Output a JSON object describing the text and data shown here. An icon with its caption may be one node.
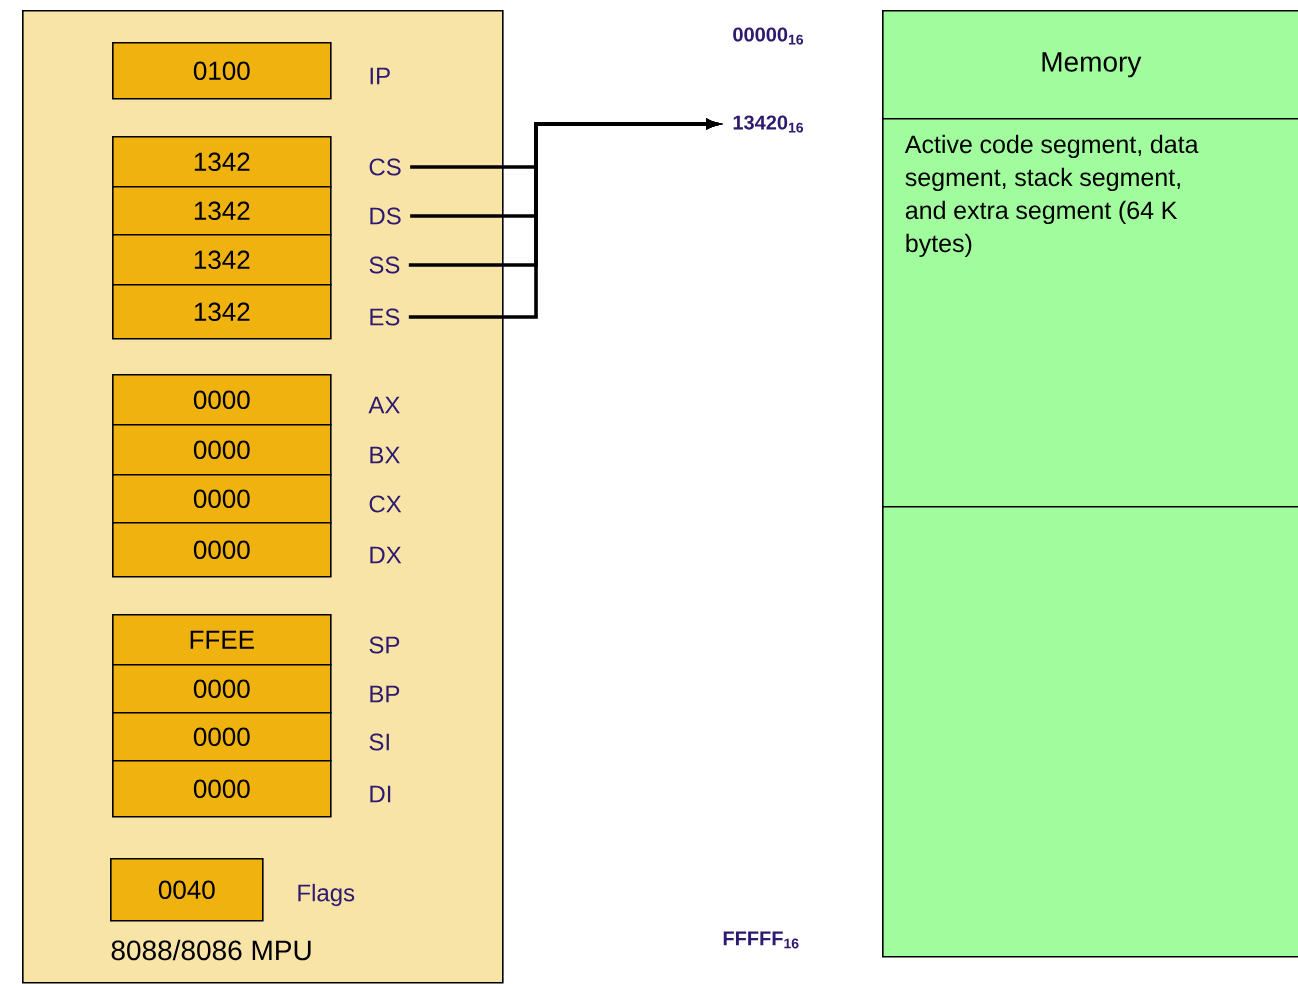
{
  "diagram": {
    "nodes": [
      {
        "text": [
          "8088/8086 MPU"
        ]
      },
      {
        "text": [
          "0100"
        ],
        "in": 0,
        "beside": [
          "IP"
        ]
      },
      {
        "text": [
          "1342"
        ],
        "in": 0,
        "beside": [
          "CS"
        ]
      },
      {
        "text": [
          "1342"
        ],
        "in": 0,
        "beside": [
          "DS"
        ]
      },
      {
        "text": [
          "1342"
        ],
        "in": 0,
        "beside": [
          "SS"
        ]
      },
      {
        "text": [
          "1342"
        ],
        "in": 0,
        "beside": [
          "ES"
        ]
      },
      {
        "text": [
          "0000"
        ],
        "in": 0,
        "beside": [
          "AX"
        ]
      },
      {
        "text": [
          "0000"
        ],
        "in": 0,
        "beside": [
          "BX"
        ]
      },
      {
        "text": [
          "0000"
        ],
        "in": 0,
        "beside": [
          "CX"
        ]
      },
      {
        "text": [
          "0000"
        ],
        "in": 0,
        "beside": [
          "DX"
        ]
      },
      {
        "text": [
          "FFEE"
        ],
        "in": 0,
        "beside": [
          "SP"
        ]
      },
      {
        "text": [
          "0000"
        ],
        "in": 0,
        "beside": [
          "BP"
        ]
      },
      {
        "text": [
          "0000"
        ],
        "in": 0,
        "beside": [
          "SI"
        ]
      },
      {
        "text": [
          "0000"
        ],
        "in": 0,
        "beside": [
          "DI"
        ]
      },
      {
        "text": [
          "0040"
        ],
        "in": 0,
        "beside": [
          "Flags"
        ]
      },
      {
        "text": [
          "13420$_{16}$"
        ]
      },
      {
        "text": [
          "Memory"
        ]
      },
      {
        "text": [
          "Active code segment, data segment, stack segment, and extra segment (64 K bytes)"
        ]
      },
      {
        "text": [],
        "shape": "box"
      }
    ],
    "edges": [
      {
        "from": 2,
        "to": 15,
        "arrow": "to"
      },
      {
        "from": 3,
        "to": 15,
        "arrow": "to"
      },
      {
        "from": 4,
        "to": 15,
        "arrow": "to"
      },
      {
        "from": 5,
        "to": 15,
        "arrow": "to"
      }
    ],
    "labels": [
      "00000$_{16}$",
      "FFFFF$_{16}$"
    ]
  }
}
